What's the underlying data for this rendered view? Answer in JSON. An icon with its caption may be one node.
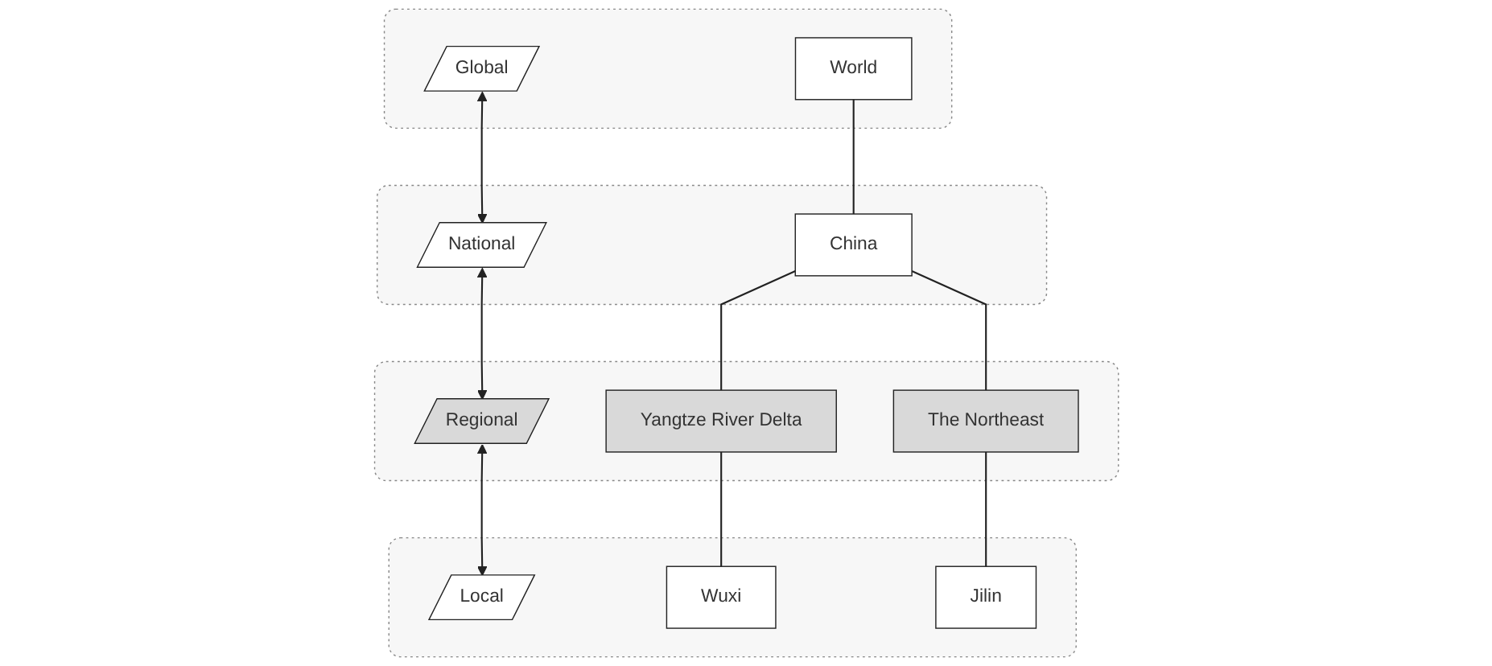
{
  "diagram": {
    "nodes": [
      {
        "text": [],
        "shape": "box"
      },
      {
        "text": [
          "Global"
        ],
        "in": 0
      },
      {
        "text": [
          "World"
        ],
        "in": 0
      },
      {
        "text": [],
        "shape": "box"
      },
      {
        "text": [
          "National"
        ],
        "in": 3
      },
      {
        "text": [
          "China"
        ],
        "in": 3
      },
      {
        "text": [],
        "shape": "box"
      },
      {
        "text": [
          "Regional"
        ],
        "in": 6
      },
      {
        "text": [
          "Yangtze River Delta"
        ],
        "in": 6
      },
      {
        "text": [
          "The Northeast"
        ],
        "in": 6
      },
      {
        "text": [],
        "shape": "box"
      },
      {
        "text": [
          "Local"
        ],
        "in": 10
      },
      {
        "text": [
          "Wuxi"
        ],
        "in": 10
      },
      {
        "text": [
          "Jilin"
        ],
        "in": 10
      }
    ],
    "edges": [
      {
        "from": 1,
        "to": 4,
        "arrow": "both"
      },
      {
        "from": 4,
        "to": 7,
        "arrow": "both"
      },
      {
        "from": 7,
        "to": 11,
        "arrow": "both"
      },
      {
        "from": 2,
        "to": 5,
        "arrow": "none"
      },
      {
        "from": 5,
        "to": 8,
        "arrow": "none"
      },
      {
        "from": 5,
        "to": 9,
        "arrow": "none"
      },
      {
        "from": 8,
        "to": 12,
        "arrow": "none"
      },
      {
        "from": 9,
        "to": 13,
        "arrow": "none"
      }
    ]
  }
}
